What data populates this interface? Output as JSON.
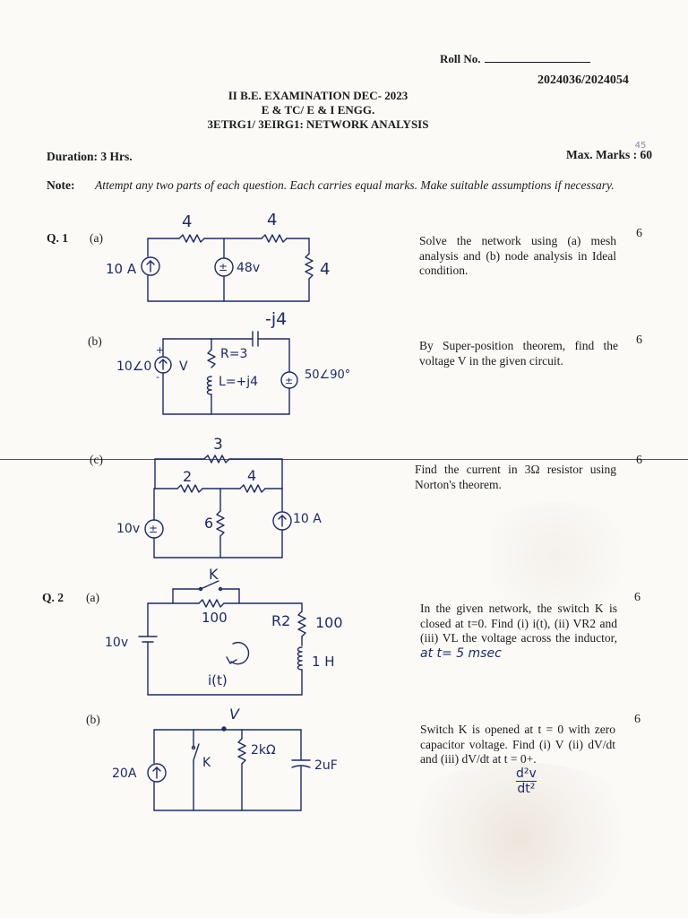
{
  "header": {
    "roll_label": "Roll No.",
    "codes": "2024036/2024054",
    "exam": "II B.E. EXAMINATION DEC- 2023",
    "branch": "E & TC/ E & I ENGG.",
    "subject": "3ETRG1/ 3EIRG1: NETWORK ANALYSIS"
  },
  "meta": {
    "duration": "Duration: 3 Hrs.",
    "max_marks_label": "Max. Marks",
    "max_marks_value": "60",
    "max_marks_handwritten": "45",
    "note_label": "Note:",
    "note_text": "Attempt any two parts of each question. Each carries equal marks. Make suitable assumptions if necessary."
  },
  "questions": [
    {
      "number": "Q. 1",
      "parts": [
        {
          "label": "(a)",
          "text": "Solve the network using (a) mesh analysis and (b) node analysis in Ideal condition.",
          "marks": "6",
          "circuit": {
            "r1": "4",
            "r2": "4",
            "r3": "4",
            "src_current": "10 A",
            "src_voltage": "48v"
          }
        },
        {
          "label": "(b)",
          "text": "By Super-position theorem, find the voltage V in the given circuit.",
          "marks": "6",
          "circuit": {
            "cap": "-j4",
            "res": "R=3",
            "ind": "L=+j4",
            "src_left": "10∠0",
            "v_label": "V",
            "src_right": "50∠90°",
            "plus": "+",
            "minus": "-"
          }
        },
        {
          "label": "(c)",
          "text": "Find the current in 3Ω resistor using Norton's theorem.",
          "marks": "6",
          "circuit": {
            "r_top": "3",
            "r_left": "2",
            "r_right": "4",
            "r_mid": "6",
            "src_voltage": "10v",
            "src_current": "10 A"
          }
        }
      ]
    },
    {
      "number": "Q. 2",
      "parts": [
        {
          "label": "(a)",
          "text": "In the given network, the switch K is closed at t=0. Find (i) i(t), (ii) VR2 and (iii) VL the voltage across the inductor,",
          "handwritten_extra": "at t= 5 msec",
          "marks": "6",
          "circuit": {
            "switch": "K",
            "r1": "100",
            "r2_name": "R2",
            "r2": "100",
            "src": "10v",
            "ind": "1 H",
            "current": "i(t)"
          }
        },
        {
          "label": "(b)",
          "text": "Switch K is opened at t = 0 with zero capacitor voltage. Find (i) V (ii) dV/dt and (iii) dV/dt at t = 0+.",
          "handwritten_extra_num": "d²v",
          "handwritten_extra_den": "dt²",
          "marks": "6",
          "circuit": {
            "node": "V",
            "src": "20A",
            "switch": "K",
            "res": "2kΩ",
            "cap": "2uF"
          }
        }
      ]
    }
  ]
}
